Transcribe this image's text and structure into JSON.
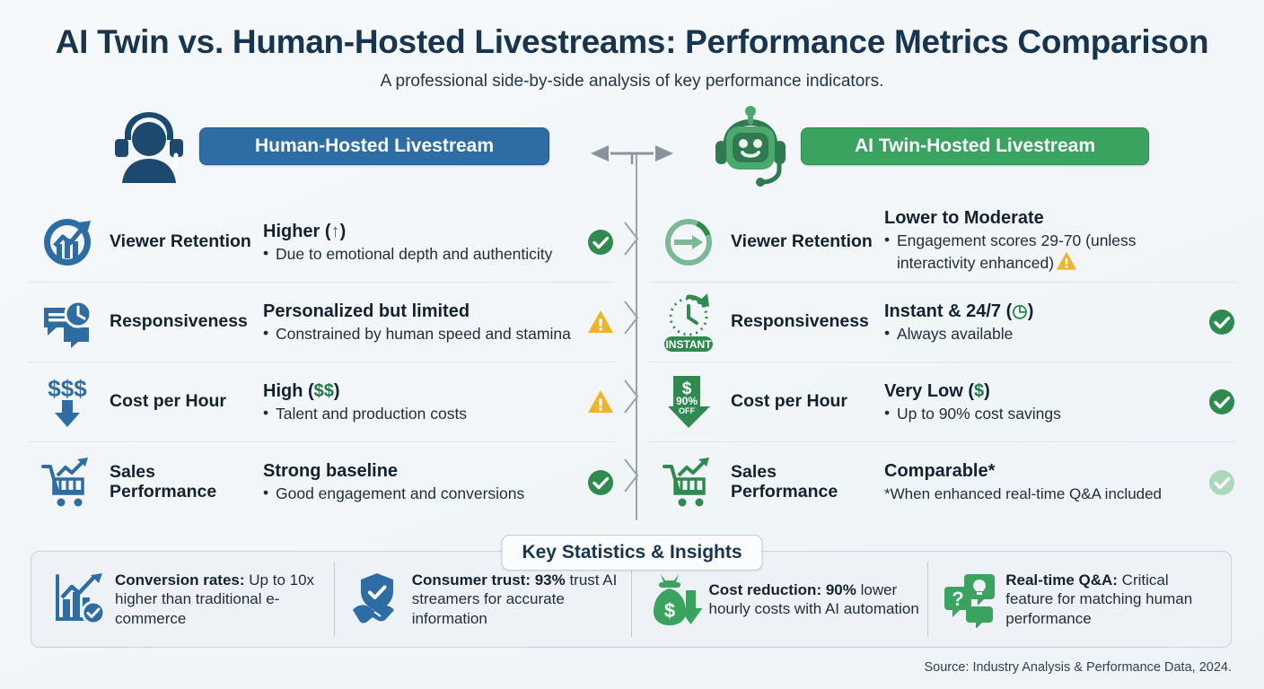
{
  "header": {
    "title": "AI Twin vs. Human-Hosted Livestreams: Performance Metrics Comparison",
    "subtitle": "A professional side-by-side analysis of key performance indicators."
  },
  "columns": {
    "left": {
      "badge": "Human-Hosted Livestream",
      "icon": "headset-person-icon",
      "accent": "#2e6da4"
    },
    "right": {
      "badge": "AI Twin-Hosted Livestream",
      "icon": "robot-headset-icon",
      "accent": "#3aa35f"
    }
  },
  "left_rows": [
    {
      "icon": "growth-chart-circle-icon",
      "label": "Viewer Retention",
      "headline": "Higher (",
      "headline_symbol": "↑",
      "headline_tail": ")",
      "bullet": "Due to emotional depth and authenticity",
      "verdict": "check",
      "verdict_color": "#2f8a4f"
    },
    {
      "icon": "chat-clock-icon",
      "label": "Responsiveness",
      "headline": "Personalized but limited",
      "bullet": "Constrained by human speed and stamina",
      "verdict": "warning",
      "verdict_color": "#f0b429"
    },
    {
      "icon": "dollar-down-arrow-icon",
      "label": "Cost per Hour",
      "headline": "High (",
      "headline_symbol": "$$",
      "headline_tail": ")",
      "bullet": "Talent and production costs",
      "verdict": "warning",
      "verdict_color": "#f0b429"
    },
    {
      "icon": "shopping-cart-growth-icon",
      "label": "Sales Performance",
      "headline": "Strong baseline",
      "bullet": "Good engagement and conversions",
      "verdict": "check",
      "verdict_color": "#2f8a4f"
    }
  ],
  "right_rows": [
    {
      "icon": "ring-arrow-icon",
      "label": "Viewer Retention",
      "headline": "Lower to Moderate",
      "bullet": "Engagement scores 29-70 (unless interactivity enhanced)",
      "inline_badge": "warning",
      "verdict": "none",
      "verdict_color": "#f0b429"
    },
    {
      "icon": "instant-clock-icon",
      "icon_badge": "INSTANT",
      "label": "Responsiveness",
      "headline": "Instant & 24/7 (",
      "headline_symbol": "◷",
      "headline_tail": ")",
      "bullet": "Always available",
      "verdict": "check",
      "verdict_color": "#2f8a4f"
    },
    {
      "icon": "discount-dollar-arrow-icon",
      "icon_badge": "90% OFF",
      "label": "Cost per Hour",
      "headline": "Very Low (",
      "headline_symbol": "$",
      "headline_tail": ")",
      "bullet": "Up to 90% cost savings",
      "verdict": "check",
      "verdict_color": "#2f8a4f"
    },
    {
      "icon": "shopping-cart-growth-icon",
      "label": "Sales Performance",
      "headline": "Comparable*",
      "note": "*When enhanced real-time Q&A included",
      "verdict": "check-faded",
      "verdict_color": "#aed8bc"
    }
  ],
  "stats": {
    "label": "Key Statistics & Insights",
    "items": [
      {
        "icon": "bar-chart-check-icon",
        "color": "#2e6da4",
        "bold": "Conversion rates:",
        "text": " Up to 10x higher than traditional e-commerce"
      },
      {
        "icon": "shield-handshake-icon",
        "color": "#2e6da4",
        "bold": "Consumer trust: 93%",
        "text": " trust AI streamers for accurate information"
      },
      {
        "icon": "money-bag-down-icon",
        "color": "#3aa35f",
        "bold": "Cost reduction: 90%",
        "text": " lower hourly costs with AI automation"
      },
      {
        "icon": "qa-chat-bulb-icon",
        "color": "#3aa35f",
        "bold": "Real-time Q&A:",
        "text": " Critical feature for matching human performance"
      }
    ]
  },
  "source": "Source: Industry Analysis & Performance Data, 2024."
}
